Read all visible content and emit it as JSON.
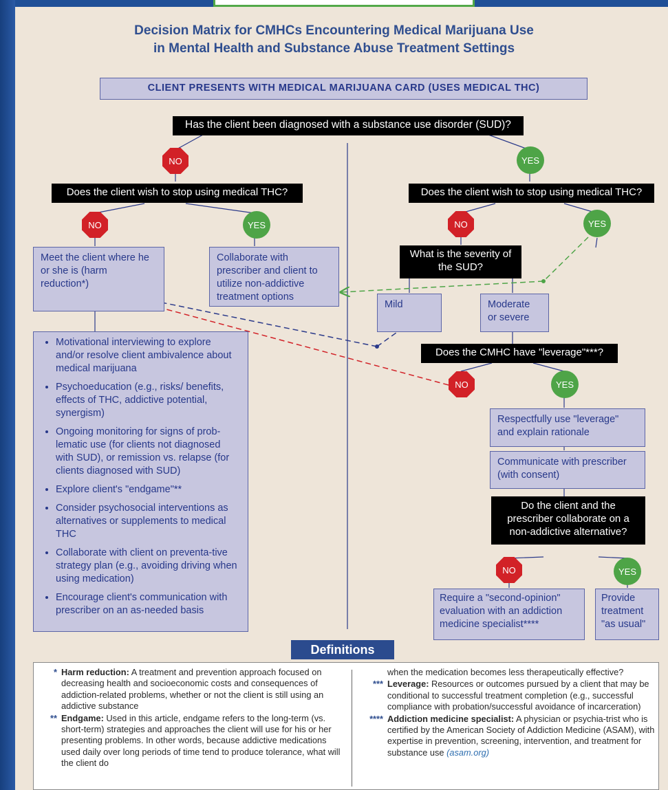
{
  "title": {
    "line1": "Decision Matrix for CMHCs Encountering Medical Marijuana Use",
    "line2": "in Mental Health and Substance Abuse Treatment Settings"
  },
  "banner": "CLIENT PRESENTS WITH MEDICAL MARIJUANA CARD (USES  MEDICAL THC)",
  "q_sud": "Has the client been diagnosed with a substance use disorder (SUD)?",
  "labels": {
    "no": "NO",
    "yes": "YES"
  },
  "left": {
    "question": "Does the client wish to stop using medical THC?",
    "harm_reduction": "Meet the client where he or she is (harm reduction*)",
    "collaborate": "Collaborate with prescriber and client to utilize non-addictive treatment options",
    "bullets": [
      "Motivational interviewing to explore and/or resolve client ambivalence about medical marijuana",
      "Psychoeducation (e.g., risks/ benefits, effects of THC, addictive potential, synergism)",
      "Ongoing monitoring for signs of prob-lematic use (for clients not diagnosed with SUD), or remission vs. relapse (for clients diagnosed with SUD)",
      "Explore client's \"endgame\"**",
      "Consider psychosocial interventions as alternatives or supplements to medical THC",
      "Collaborate with client on preventa-tive strategy plan (e.g., avoiding driving when using medication)",
      "Encourage client's communication with prescriber on an as-needed basis"
    ]
  },
  "right": {
    "question": "Does the client wish to stop using medical THC?",
    "severity_q": "What is the severity of the SUD?",
    "mild": "Mild",
    "moderate": "Moderate or severe",
    "leverage_q": "Does the CMHC have \"leverage\"***?",
    "use_leverage": "Respectfully use \"leverage\" and explain rationale",
    "communicate": "Communicate with prescriber (with consent)",
    "collab_q": "Do the client and the prescriber collaborate on a non-addictive alternative?",
    "second_opinion": "Require a \"second-opinion\" evaluation with an addiction medicine specialist****",
    "as_usual": "Provide treatment \"as usual\""
  },
  "definitions": {
    "heading": "Definitions",
    "harm": {
      "stars": "*",
      "term": "Harm reduction:",
      "text": " A treatment and prevention approach focused on decreasing health and socioeconomic costs and consequences of addiction-related problems, whether or not the client is still using an addictive substance"
    },
    "endgame": {
      "stars": "**",
      "term": "Endgame:",
      "text": " Used in this article, endgame refers to the long-term (vs. short-term) strategies and approaches the client will use for his or her presenting problems. In other words, because addictive medications used daily over long periods of time tend to produce tolerance, what will the client do"
    },
    "endgame_cont": "when the medication becomes less therapeutically effective?",
    "leverage": {
      "stars": "***",
      "term": "Leverage:",
      "text": " Resources or outcomes pursued by a client that may be conditional to successful treatment completion (e.g., successful compliance with probation/successful avoidance of incarceration)"
    },
    "specialist": {
      "stars": "****",
      "term": "Addiction medicine specialist:",
      "text": "  A physician or psychia-trist who is certified by the American Society of Addiction Medicine (ASAM), with expertise in prevention, screening, intervention, and treatment for substance use ",
      "link": "(asam.org)"
    }
  },
  "colors": {
    "navy": "#27388a",
    "red": "#d22127",
    "green": "#4ea447",
    "background": "#eee5d9",
    "box": "#c7c6df"
  }
}
